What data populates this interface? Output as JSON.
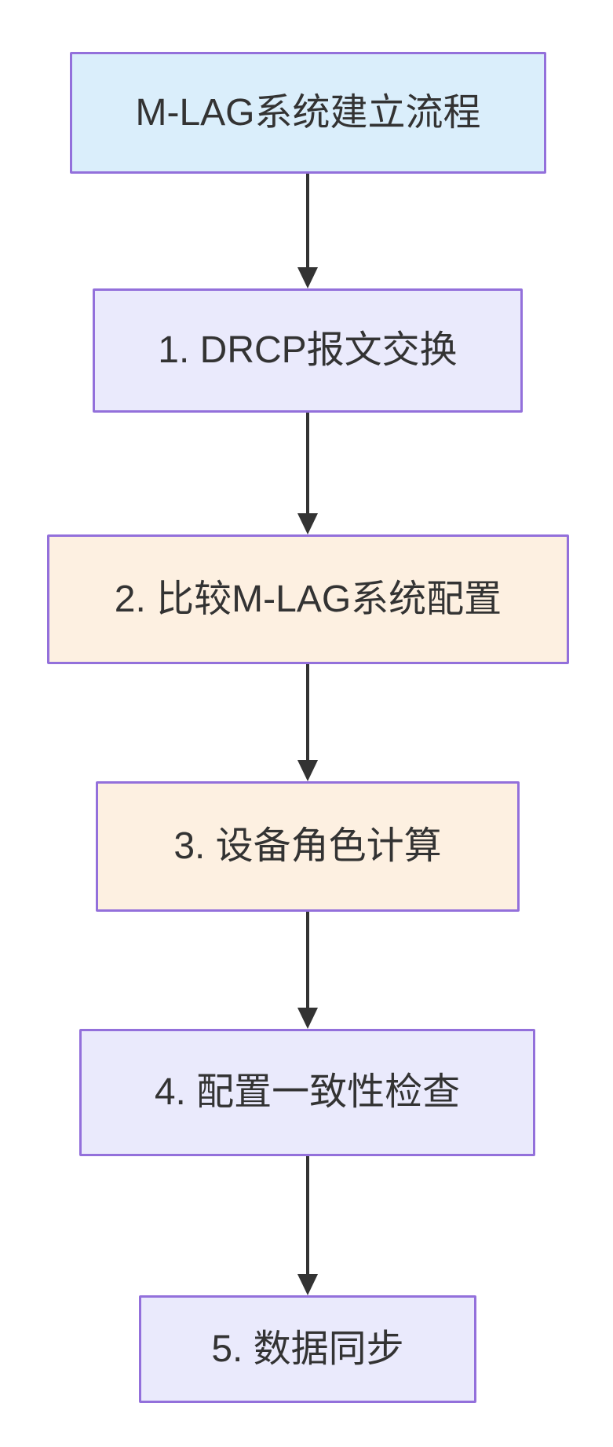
{
  "diagram": {
    "type": "flowchart",
    "direction": "top-down",
    "nodes": [
      {
        "id": "title",
        "label": "M-LAG系统建立流程",
        "fill": "#daeefb"
      },
      {
        "id": "step-1",
        "label": "1. DRCP报文交换",
        "fill": "#eaeafc"
      },
      {
        "id": "step-2",
        "label": "2. 比较M-LAG系统配置",
        "fill": "#fdf0e1"
      },
      {
        "id": "step-3",
        "label": "3. 设备角色计算",
        "fill": "#fdf0e1"
      },
      {
        "id": "step-4",
        "label": "4. 配置一致性检查",
        "fill": "#eaeafc"
      },
      {
        "id": "step-5",
        "label": "5. 数据同步",
        "fill": "#eaeafc"
      }
    ],
    "edges": [
      {
        "from": "title",
        "to": "step-1"
      },
      {
        "from": "step-1",
        "to": "step-2"
      },
      {
        "from": "step-2",
        "to": "step-3"
      },
      {
        "from": "step-3",
        "to": "step-4"
      },
      {
        "from": "step-4",
        "to": "step-5"
      }
    ],
    "colors": {
      "node_border": "#9370db",
      "arrow": "#333333",
      "text": "#333333",
      "background": "#ffffff"
    }
  }
}
